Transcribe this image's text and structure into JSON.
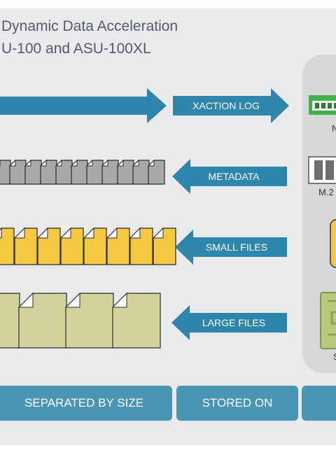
{
  "header": {
    "title_line1": "Dynamic Data Acceleration",
    "title_line2": "U-100 and ASU-100XL"
  },
  "arrows": [
    {
      "id": "xaction-log",
      "label": "XACTION LOG",
      "direction": "right"
    },
    {
      "id": "metadata",
      "label": "METADATA",
      "direction": "left"
    },
    {
      "id": "small-files",
      "label": "SMALL FILES",
      "direction": "left"
    },
    {
      "id": "large-files",
      "label": "LARGE FILES",
      "direction": "left"
    }
  ],
  "devices": {
    "nvme_label": "N",
    "m2_label": "M.2",
    "sata_label": "S"
  },
  "bottom_buttons": [
    {
      "id": "separated-by-size",
      "label": "SEPARATED BY SIZE"
    },
    {
      "id": "stored-on",
      "label": "STORED ON"
    },
    {
      "id": "third",
      "label": ""
    }
  ],
  "colors": {
    "panel_bg": "#e9eaeb",
    "accent_blue": "#2f86ad",
    "button_blue": "#4a95b4",
    "metadata_gray": "#a7a9ab",
    "small_files_yellow": "#f5c842",
    "large_files_khaki": "#d3d29a",
    "title_text": "#555c62"
  }
}
